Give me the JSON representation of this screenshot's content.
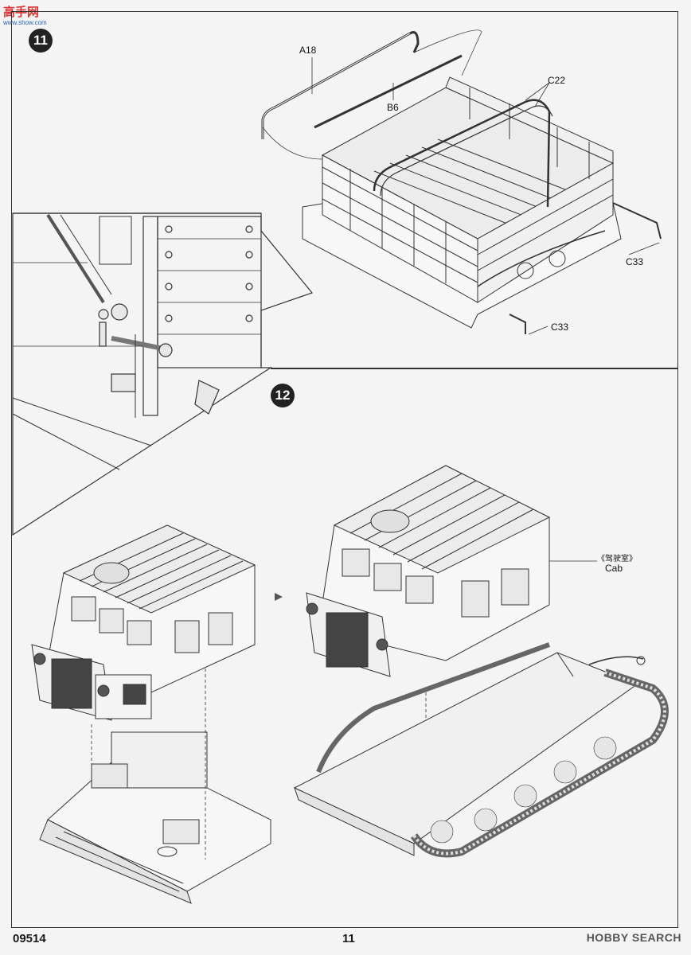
{
  "watermark": {
    "logo_text": "高手网",
    "url": "www.show.com"
  },
  "steps": [
    {
      "number": "11"
    },
    {
      "number": "12"
    }
  ],
  "callouts": {
    "a18": "A18",
    "b6": "B6",
    "c22": "C22",
    "c33_right": "C33",
    "c33_bottom": "C33",
    "cab_cn": "《驾驶室》",
    "cab_en": "Cab"
  },
  "footer": {
    "product_code": "09514",
    "page_number": "11",
    "brand": "HOBBY SEARCH"
  }
}
